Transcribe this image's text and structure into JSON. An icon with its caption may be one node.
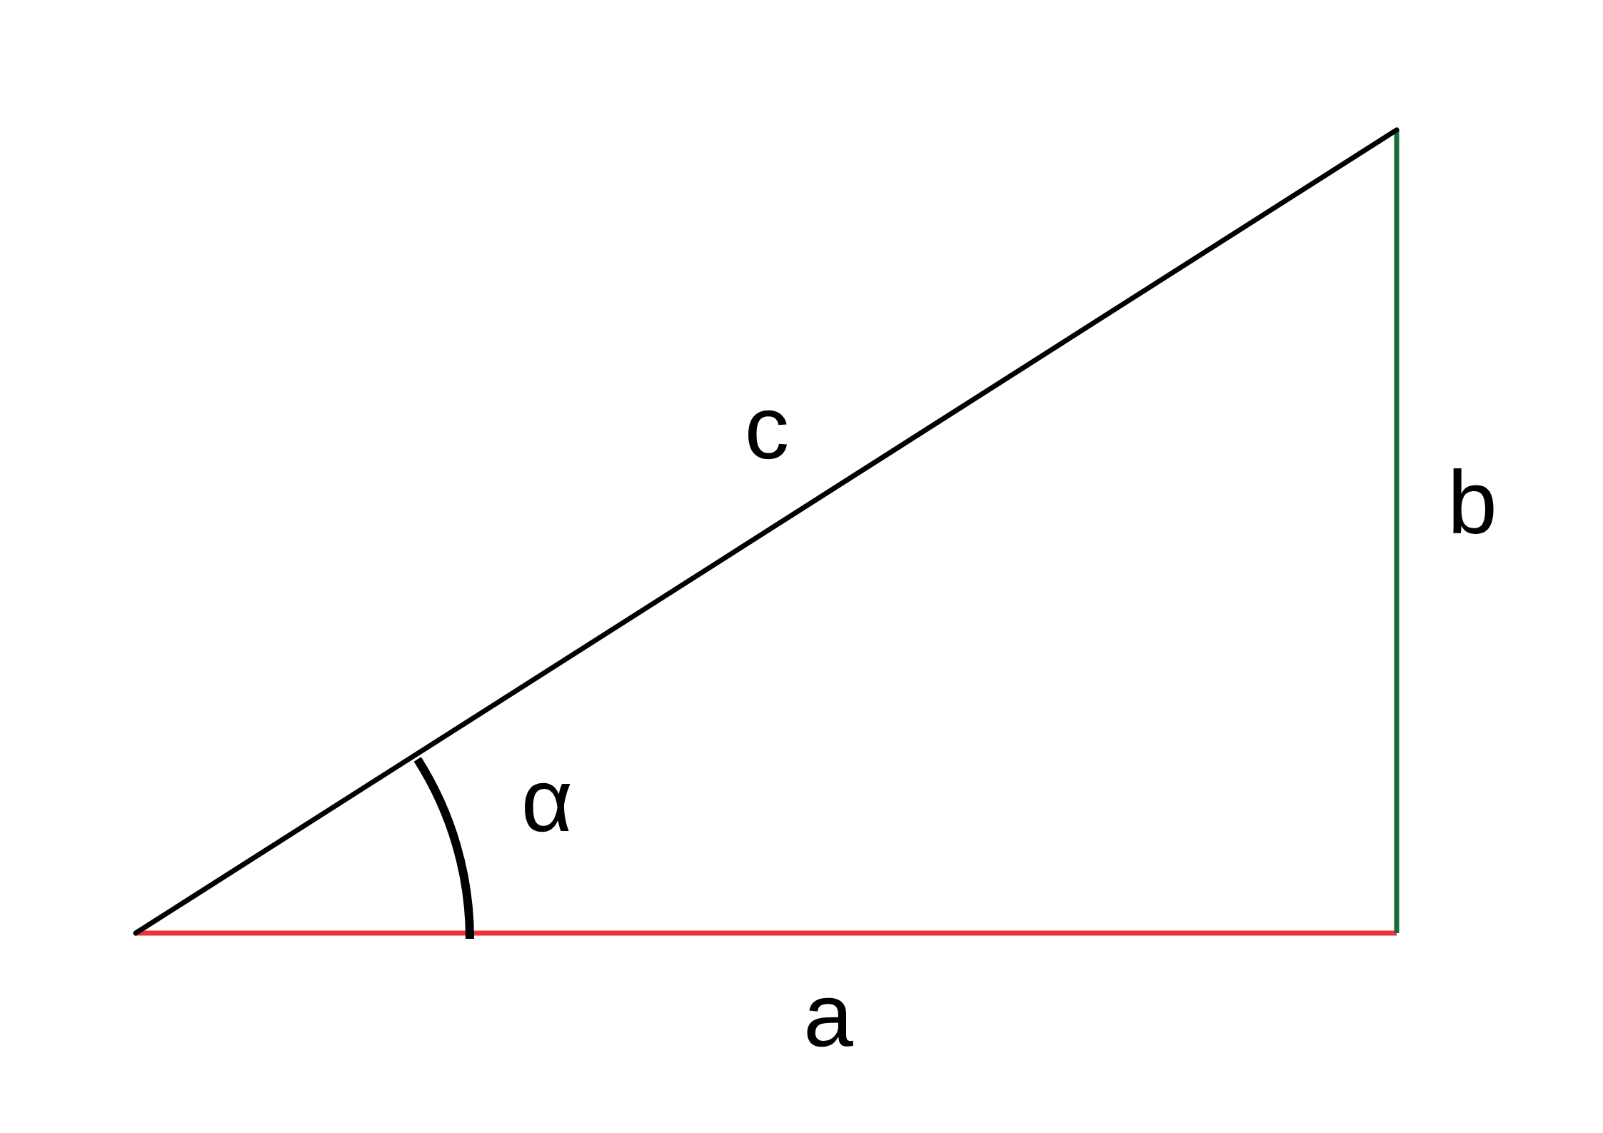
{
  "diagram": {
    "labels": [
      "c",
      "b",
      "α",
      "a"
    ]
  }
}
